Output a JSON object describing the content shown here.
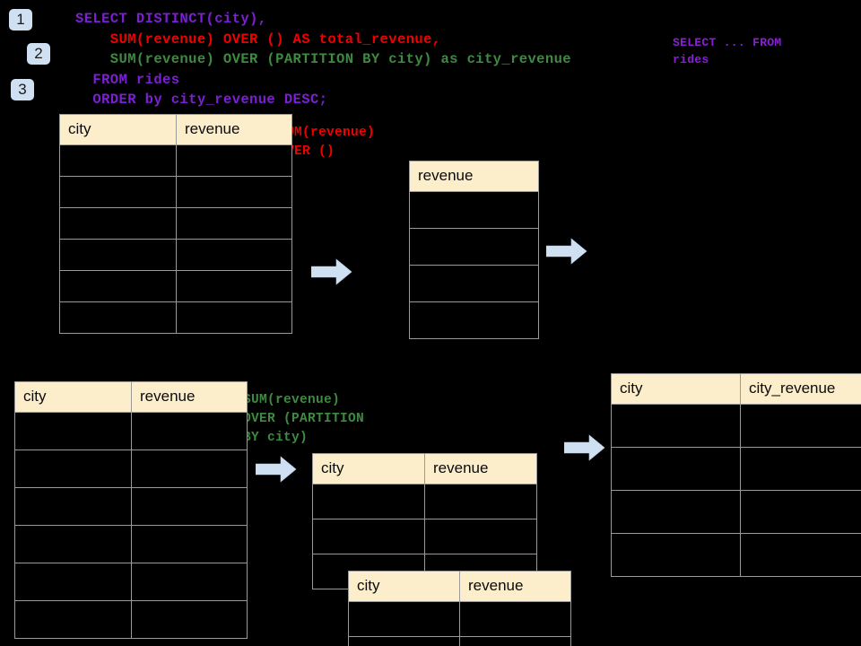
{
  "badges": [
    {
      "label": "1"
    },
    {
      "label": "2"
    },
    {
      "label": "3"
    }
  ],
  "sql": {
    "line1": "SELECT DISTINCT(city),",
    "line2": "    SUM(revenue) OVER () AS total_revenue,",
    "line3": "    SUM(revenue) OVER (PARTITION BY city) as city_revenue",
    "line4": "  FROM rides",
    "line5": "  ORDER by city_revenue DESC;"
  },
  "annotations": {
    "top_right_note": "SELECT ... FROM\nrides",
    "sum_over_empty": "SUM(revenue)\nOVER ()",
    "sum_over_partition": "SUM(revenue)\nOVER (PARTITION\nBY city)"
  },
  "colors": {
    "background": "#000000",
    "header_fill": "#fdeecb",
    "grid_line": "#9a9a9a",
    "badge_fill": "#cfe0f2",
    "arrow_fill": "#cfe0f2",
    "arrow_stroke": "#aab7c4",
    "sql_keyword": "#7d1fd6",
    "sql_red": "#f20000",
    "sql_green": "#3f8a41"
  },
  "tables": {
    "source_top": {
      "name": "rides-source-top",
      "headers": [
        "city",
        "revenue"
      ],
      "rows": [
        [
          "",
          ""
        ],
        [
          "",
          ""
        ],
        [
          "",
          ""
        ],
        [
          "",
          ""
        ],
        [
          "",
          ""
        ],
        [
          "",
          ""
        ]
      ]
    },
    "total_revenue": {
      "name": "total-revenue",
      "headers": [
        "revenue"
      ],
      "rows": [
        [
          ""
        ],
        [
          ""
        ],
        [
          ""
        ],
        [
          ""
        ]
      ]
    },
    "source_bottom": {
      "name": "rides-source-bottom",
      "headers": [
        "city",
        "revenue"
      ],
      "rows": [
        [
          "",
          ""
        ],
        [
          "",
          ""
        ],
        [
          "",
          ""
        ],
        [
          "",
          ""
        ],
        [
          "",
          ""
        ],
        [
          "",
          ""
        ]
      ]
    },
    "partition_back": {
      "name": "partition-group-back",
      "headers": [
        "city",
        "revenue"
      ],
      "rows": [
        [
          "",
          ""
        ],
        [
          "",
          ""
        ],
        [
          "",
          ""
        ]
      ]
    },
    "partition_front": {
      "name": "partition-group-front",
      "headers": [
        "city",
        "revenue"
      ],
      "rows": [
        [
          "",
          ""
        ],
        [
          "",
          ""
        ]
      ]
    },
    "result": {
      "name": "city-revenue-result",
      "headers": [
        "city",
        "city_revenue"
      ],
      "rows": [
        [
          "",
          ""
        ],
        [
          "",
          ""
        ],
        [
          "",
          ""
        ],
        [
          "",
          ""
        ]
      ]
    }
  },
  "arrows": [
    {
      "name": "arrow-source-to-total"
    },
    {
      "name": "arrow-total-to-result"
    },
    {
      "name": "arrow-source-to-partition"
    },
    {
      "name": "arrow-partition-to-result"
    }
  ]
}
